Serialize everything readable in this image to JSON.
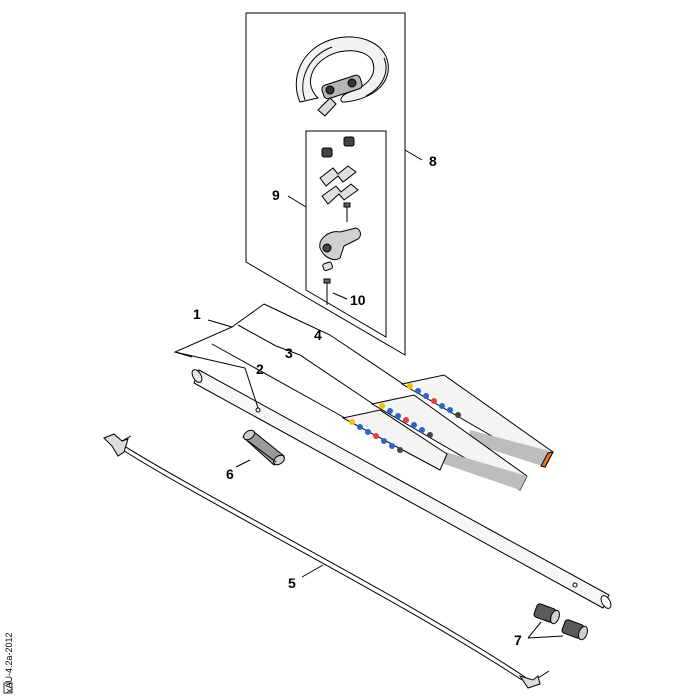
{
  "callouts": {
    "c1": "1",
    "c2": "2",
    "c3": "3",
    "c4": "4",
    "c5": "5",
    "c6": "6",
    "c7": "7",
    "c8": "8",
    "c9": "9",
    "c10": "10"
  },
  "side_code": "xAU-4.2a-2012",
  "colors": {
    "line": "#000000",
    "part_fill": "#f2f2f2",
    "part_shade": "#9a9a9a",
    "label_accent": "#e87722",
    "label_blue": "#2b66c4",
    "label_yellow": "#f2c200"
  }
}
